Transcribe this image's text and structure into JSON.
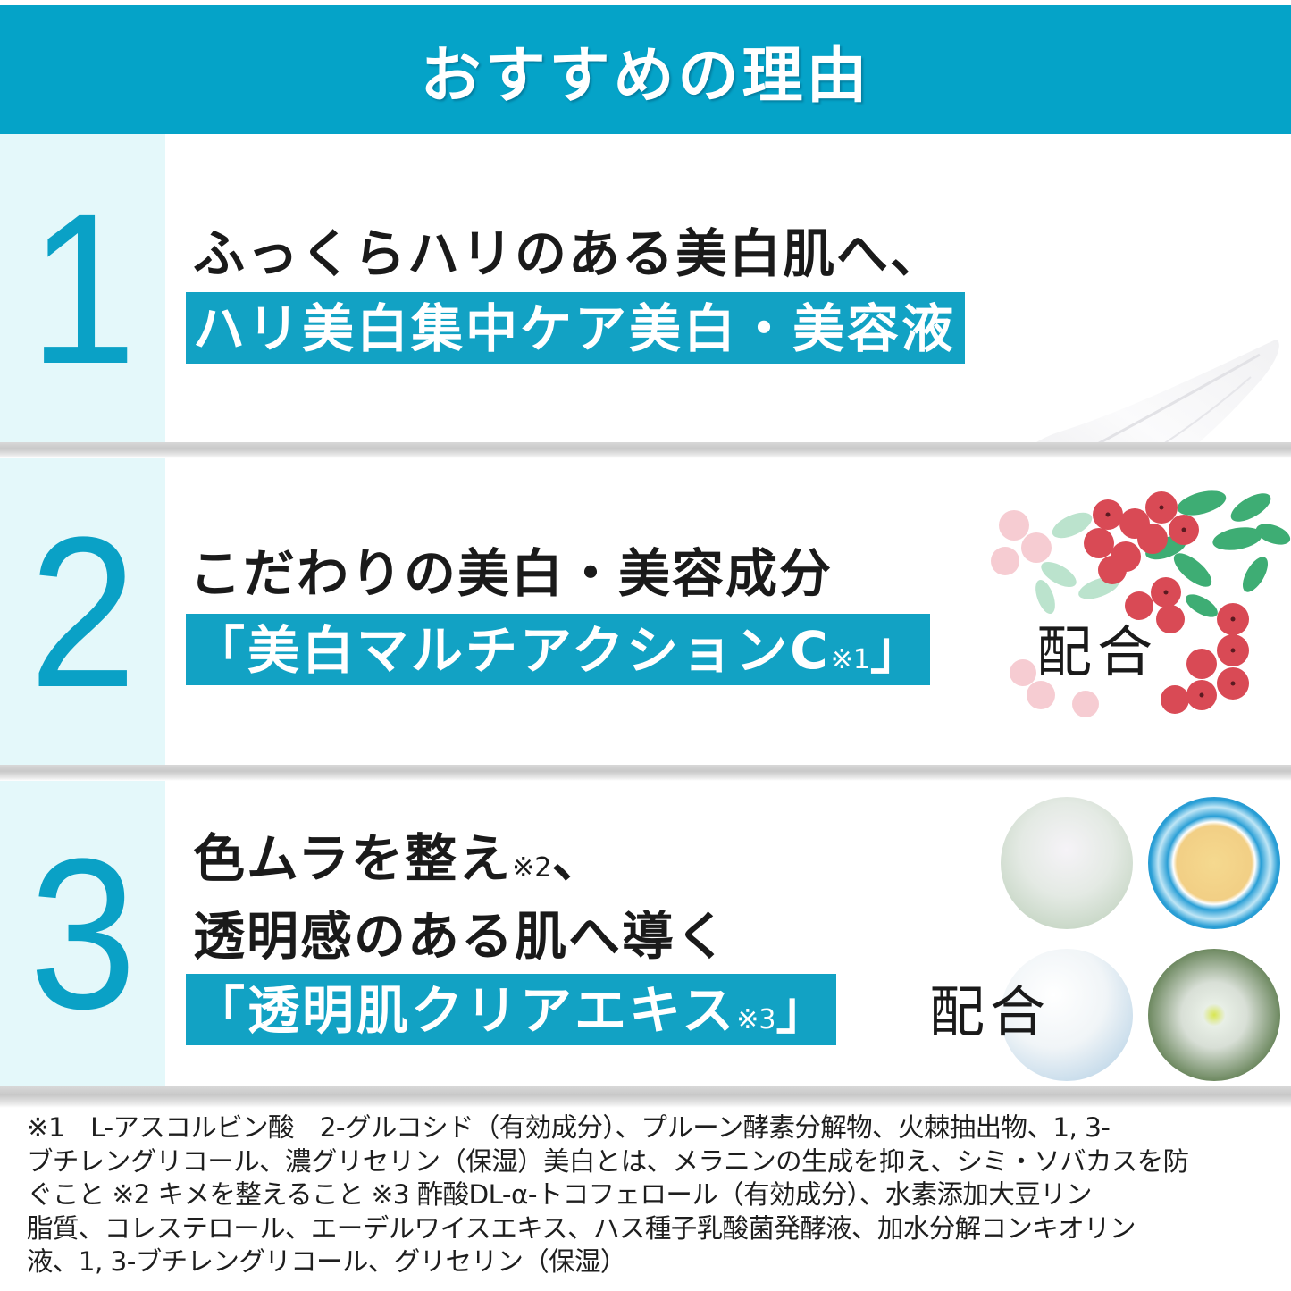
{
  "header": {
    "title": "おすすめの理由"
  },
  "colors": {
    "accent": "#05a3c8",
    "highlight_bg": "#12a2c4",
    "number_col_bg": "#e4f8fa",
    "text": "#1a1a1a"
  },
  "reasons": [
    {
      "number": "1",
      "lines": [
        "ふっくらハリのある美白肌へ、"
      ],
      "highlight": {
        "open": "",
        "text": "ハリ美白集中ケア美白・美容液",
        "note": "",
        "close": ""
      },
      "after": "",
      "visual": "cream-swatch"
    },
    {
      "number": "2",
      "lines": [
        "こだわりの美白・美容成分"
      ],
      "highlight": {
        "open": "「",
        "text": "美白マルチアクションC",
        "note": "※1",
        "close": "」"
      },
      "after": "配合",
      "visual": "red-berries-and-leaves"
    },
    {
      "number": "3",
      "lines": [
        "色ムラを整え",
        "透明感のある肌へ導く"
      ],
      "line1_note": "※2",
      "line1_suffix": "、",
      "highlight": {
        "open": "「",
        "text": "透明肌クリアエキス",
        "note": "※3",
        "close": "」"
      },
      "after": "配合",
      "visual": "four-ingredient-circles"
    }
  ],
  "footnote_lines": [
    "※1　L-アスコルビン酸　2-グルコシド（有効成分）、プルーン酵素分解物、火棘抽出物、1, 3-",
    "ブチレングリコール、濃グリセリン（保湿）美白とは、メラニンの生成を抑え、シミ・ソバカスを防",
    "ぐこと ※2 キメを整えること ※3 酢酸DL-α-トコフェロール（有効成分）、水素添加大豆リン",
    "脂質、コレステロール、エーデルワイスエキス、ハス種子乳酸菌発酵液、加水分解コンキオリン",
    "液、1, 3-ブチレングリコール、グリセリン（保湿）"
  ]
}
